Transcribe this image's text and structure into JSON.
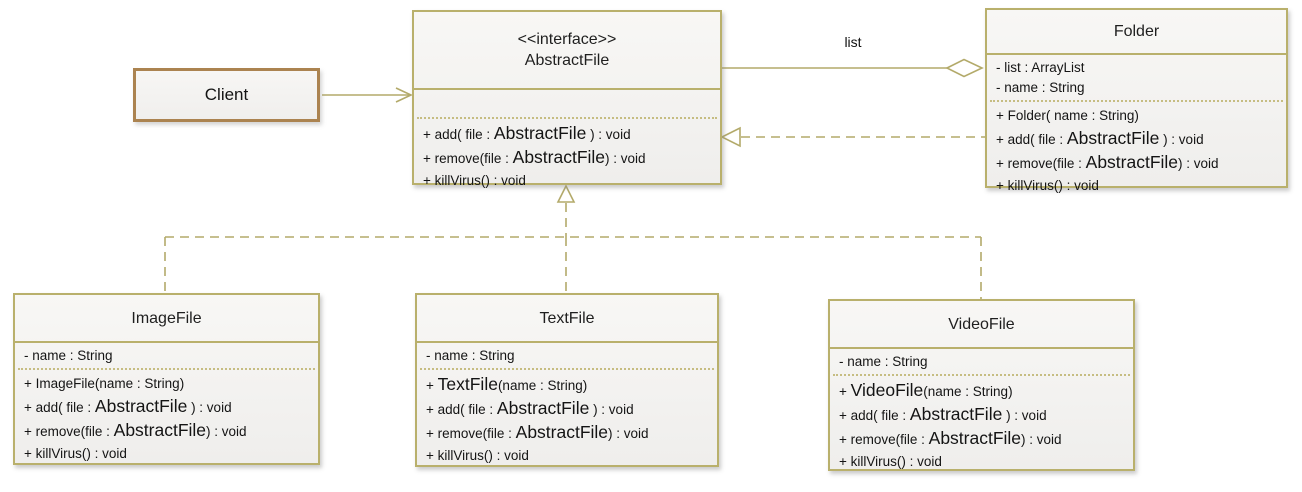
{
  "classes": {
    "client": {
      "name": "Client"
    },
    "abstract_file": {
      "stereotype": "<<interface>>",
      "name": "AbstractFile",
      "attributes": [],
      "methods": [
        [
          {
            "text": "+ add( file : "
          },
          {
            "text": "AbstractFile",
            "large": true
          },
          {
            "text": " ) : void"
          }
        ],
        [
          {
            "text": "+ remove(file : "
          },
          {
            "text": "AbstractFile",
            "large": true
          },
          {
            "text": ") : void"
          }
        ],
        [
          {
            "text": "+ killVirus() : void"
          }
        ]
      ]
    },
    "folder": {
      "name": "Folder",
      "attributes": [
        "- list : ArrayList",
        "- name : String"
      ],
      "methods": [
        [
          {
            "text": "+ Folder( name : String)"
          }
        ],
        [
          {
            "text": "+ add( file : "
          },
          {
            "text": "AbstractFile",
            "large": true
          },
          {
            "text": " ) : void"
          }
        ],
        [
          {
            "text": "+ remove(file : "
          },
          {
            "text": "AbstractFile",
            "large": true
          },
          {
            "text": ") : void"
          }
        ],
        [
          {
            "text": "+ killVirus() : void"
          }
        ]
      ]
    },
    "image_file": {
      "name": "ImageFile",
      "attributes": [
        "- name : String"
      ],
      "methods": [
        [
          {
            "text": "+ ImageFile(name : String)"
          }
        ],
        [
          {
            "text": "+ add( file : "
          },
          {
            "text": "AbstractFile",
            "large": true
          },
          {
            "text": " ) : void"
          }
        ],
        [
          {
            "text": "+ remove(file : "
          },
          {
            "text": "AbstractFile",
            "large": true
          },
          {
            "text": ") : void"
          }
        ],
        [
          {
            "text": "+ killVirus() : void"
          }
        ]
      ]
    },
    "text_file": {
      "name": "TextFile",
      "attributes": [
        "- name : String"
      ],
      "methods": [
        [
          {
            "text": "+ "
          },
          {
            "text": "TextFile",
            "large": true
          },
          {
            "text": "(name : String)"
          }
        ],
        [
          {
            "text": "+ add( file : "
          },
          {
            "text": "AbstractFile",
            "large": true
          },
          {
            "text": " ) : void"
          }
        ],
        [
          {
            "text": "+ remove(file : "
          },
          {
            "text": "AbstractFile",
            "large": true
          },
          {
            "text": ") : void"
          }
        ],
        [
          {
            "text": "+ killVirus() : void"
          }
        ]
      ]
    },
    "video_file": {
      "name": "VideoFile",
      "attributes": [
        "- name : String"
      ],
      "methods": [
        [
          {
            "text": "+ "
          },
          {
            "text": "VideoFile",
            "large": true
          },
          {
            "text": "(name : String)"
          }
        ],
        [
          {
            "text": "+ add( file : "
          },
          {
            "text": "AbstractFile",
            "large": true
          },
          {
            "text": " ) : void"
          }
        ],
        [
          {
            "text": "+ remove(file : "
          },
          {
            "text": "AbstractFile",
            "large": true
          },
          {
            "text": ") : void"
          }
        ],
        [
          {
            "text": "+ killVirus() : void"
          }
        ]
      ]
    }
  },
  "connectors": {
    "aggregation_label": "list"
  },
  "colors": {
    "box_border": "#b9b06c",
    "client_border": "#ab8350",
    "connector": "#b3aa6a",
    "box_fill_top": "#f8f7f5",
    "box_fill_bottom": "#efeeec"
  }
}
